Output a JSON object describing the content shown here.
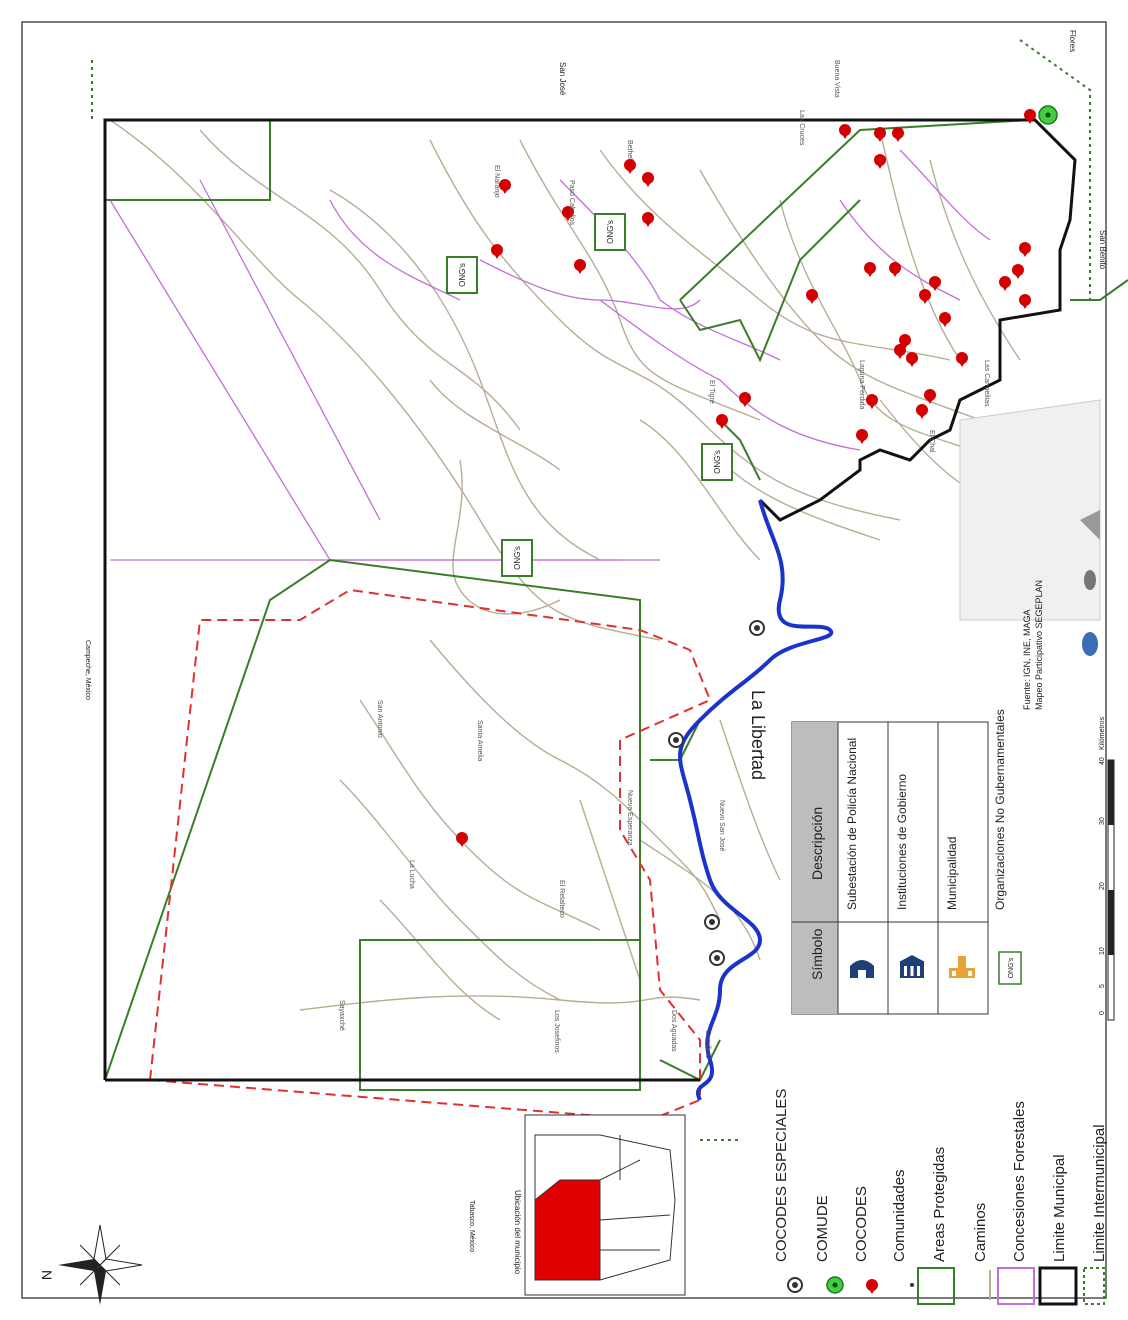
{
  "map": {
    "north_symbol": "N",
    "countries": {
      "north": "Campeche, México",
      "west": "Tabasco, México"
    },
    "neighbors": {
      "san_jose": "San José",
      "flores": "Flores",
      "san_benito": "San Benito"
    },
    "municipality_label": "La Libertad",
    "location_inset_title": "Ubicación del municipio",
    "ong_label": "ONG's",
    "source_text": [
      "Fuente: IGN, INE, MAGA",
      "Mapeo Participativo SEGEPLAN"
    ],
    "scale": {
      "ticks": [
        "0",
        "5",
        "10",
        "20",
        "30",
        "40"
      ],
      "unit": "Kilómetros"
    },
    "communities": [
      "El Naranjo",
      "Paso Caballos",
      "Bethel",
      "Las Cruces",
      "Buena Vista",
      "El Tigre",
      "Laguna Perdida",
      "San Antonio",
      "Santa Amelia",
      "El Retalteco",
      "Nueva Esperanza",
      "Nuevo San José",
      "La Lucha",
      "Sayaxché",
      "Los Josefinos",
      "Dos Aguadas",
      "Sacrificio",
      "El Chal",
      "Las Carmelitas"
    ],
    "colors": {
      "cocode": "#d40000",
      "comude": "#44cc44",
      "protected": "#3a7d2a",
      "roads": "#b8ad93",
      "forest": "#c070d8",
      "municipal": "#111111",
      "river": "#1a33cc",
      "boundary_dashed": "#e03030",
      "inset_fill": "#e00000"
    }
  },
  "legend": {
    "items": [
      {
        "label": "COCODES  ESPECIALES",
        "icon": "cocode-especial-icon"
      },
      {
        "label": "COMUDE",
        "icon": "comude-icon"
      },
      {
        "label": "COCODES",
        "icon": "cocode-icon"
      },
      {
        "label": "Comunidades",
        "icon": "community-dot-icon"
      },
      {
        "label": "Areas Protegidas",
        "icon": "protected-area-icon"
      },
      {
        "label": "Caminos",
        "icon": "road-icon"
      },
      {
        "label": "Concesiones Forestales",
        "icon": "forest-concession-icon"
      },
      {
        "label": "Limite Municipal",
        "icon": "municipal-limit-icon"
      },
      {
        "label": "Limite Intermunicipal",
        "icon": "intermunicipal-limit-icon"
      }
    ]
  },
  "symbol_table": {
    "headers": [
      "Símbolo",
      "Descripción"
    ],
    "rows": [
      {
        "icon": "police-station-icon",
        "description": "Subestación de Policía Nacional"
      },
      {
        "icon": "government-institution-icon",
        "description": "Instituciones de Gobierno"
      },
      {
        "icon": "municipality-icon",
        "description": "Municipalidad"
      },
      {
        "icon": "ong-icon",
        "description": "Organizaciones No Gubernamentales"
      }
    ]
  }
}
